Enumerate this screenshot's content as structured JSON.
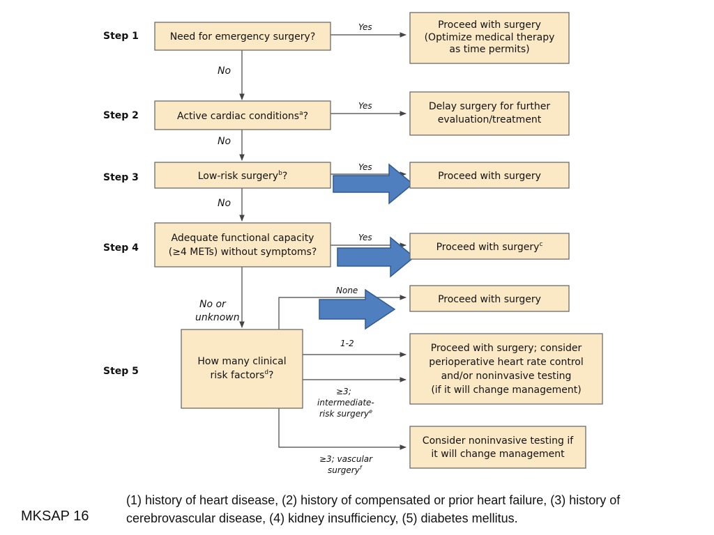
{
  "steps": [
    "Step 1",
    "Step 2",
    "Step 3",
    "Step 4",
    "Step 5"
  ],
  "questions": {
    "q1": "Need for emergency surgery?",
    "q2_main": "Active cardiac conditions",
    "q2_sup": "a",
    "q2_end": "?",
    "q3_main": "Low-risk surgery",
    "q3_sup": "b",
    "q3_end": "?",
    "q4_line1": "Adequate functional capacity",
    "q4_line2": "(≥4 METs) without symptoms?",
    "q5_line1": "How many clinical",
    "q5_line2_main": "risk factors",
    "q5_line2_sup": "d",
    "q5_line2_end": "?"
  },
  "outcomes": {
    "o1_line1": "Proceed with surgery",
    "o1_line2": "(Optimize medical therapy",
    "o1_line3": "as time permits)",
    "o2_line1": "Delay surgery for further",
    "o2_line2": "evaluation/treatment",
    "o3": "Proceed with surgery",
    "o4_main": "Proceed with surgery",
    "o4_sup": "c",
    "o5": "Proceed with surgery",
    "o6_line1": "Proceed with surgery; consider",
    "o6_line2": "perioperative heart rate control",
    "o6_line3": "and/or noninvasive testing",
    "o6_line4": "(if it will change management)",
    "o7_line1": "Consider noninvasive testing if",
    "o7_line2": "it will change management"
  },
  "labels": {
    "yes": "Yes",
    "no": "No",
    "no_or": "No or",
    "unknown": "unknown",
    "none": "None",
    "one_two": "1-2",
    "ge3_inter_line1": "≥3;",
    "ge3_inter_line2": "intermediate-",
    "ge3_inter_line3": "risk surgery",
    "ge3_inter_sup": "e",
    "ge3_vasc_line1": "≥3; vascular",
    "ge3_vasc_line2": "surgery",
    "ge3_vasc_sup": "f"
  },
  "footnote": "(1) history of heart disease, (2) history of compensated or prior heart failure, (3) history of cerebrovascular disease, (4) kidney insufficiency, (5) diabetes mellitus.",
  "source": "MKSAP 16",
  "colors": {
    "box_fill": "#fbe9c6",
    "big_arrow": "#4f7fbf"
  }
}
